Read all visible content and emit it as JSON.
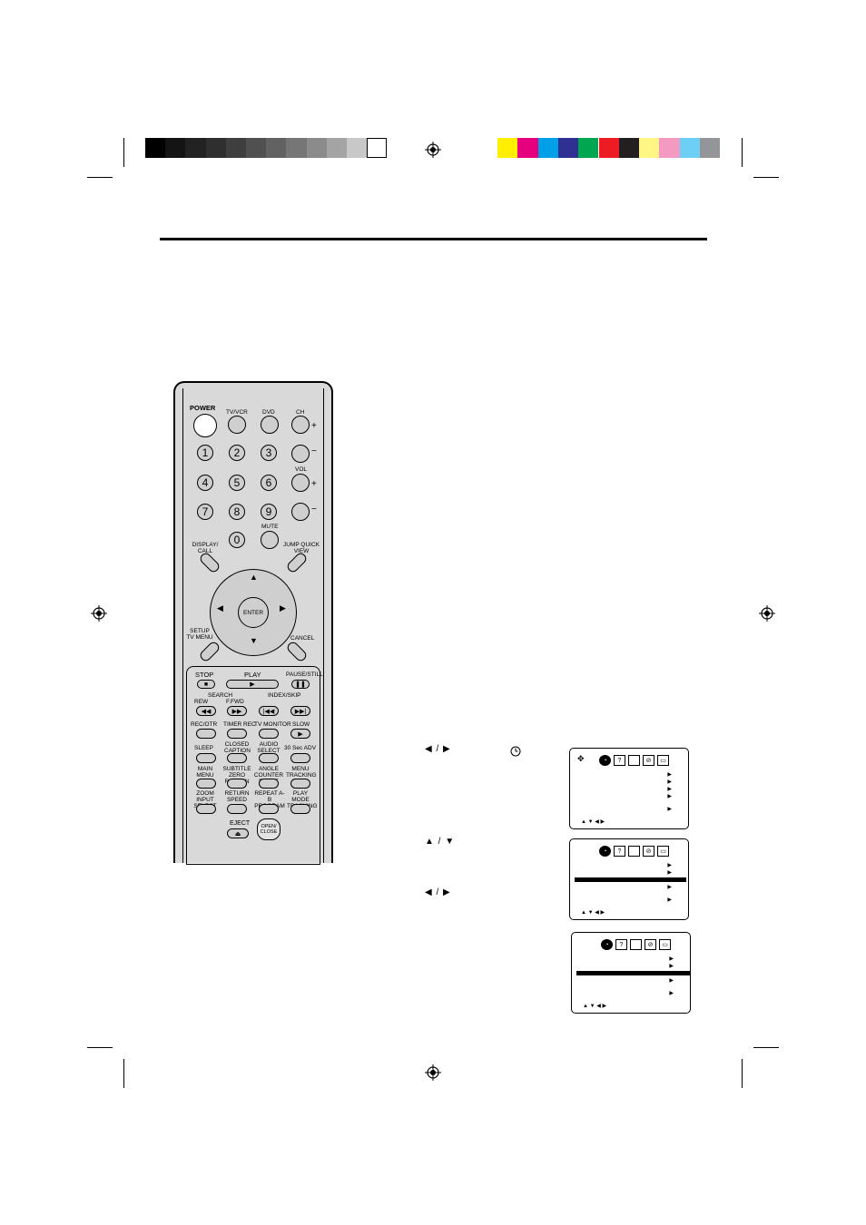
{
  "print_marks": {
    "gray_swatches": [
      "#000000",
      "#141414",
      "#222222",
      "#2f2f2f",
      "#3f3f3f",
      "#505050",
      "#626262",
      "#767676",
      "#8b8b8b",
      "#a4a4a4",
      "#c8c8c8",
      "#ffffff"
    ],
    "color_swatches": [
      "#ffee00",
      "#e6007e",
      "#00a0e9",
      "#2e3192",
      "#00a650",
      "#ed1c24",
      "#231f20",
      "#fff685",
      "#f49ac1",
      "#6dcff6",
      "#939598"
    ]
  },
  "remote": {
    "power": "POWER",
    "tv_vcr": "TV/VCR",
    "dvd": "DVD",
    "ch": "CH",
    "vol": "VOL",
    "digits": [
      "1",
      "2",
      "3",
      "4",
      "5",
      "6",
      "7",
      "8",
      "9",
      "0"
    ],
    "mute": "MUTE",
    "display_call": "DISPLAY/ CALL",
    "jump_quick_view": "JUMP QUICK VIEW",
    "enter": "ENTER",
    "setup_tv_menu": "SETUP TV MENU",
    "cancel": "CANCEL",
    "stop": "STOP",
    "play": "PLAY",
    "pause_still": "PAUSE/STILL",
    "search": "SEARCH",
    "rew": "REW",
    "f_fwd": "F.FWD",
    "index_skip": "INDEX/SKIP",
    "rec_otr": "REC/OTR",
    "timer_rec": "TIMER REC",
    "tv_monitor": "TV MONITOR",
    "slow": "SLOW",
    "sleep": "SLEEP",
    "closed_caption": "CLOSED CAPTION",
    "audio_select": "AUDIO SELECT",
    "sec_adv": "30 Sec ADV",
    "main_menu_atr": "MAIN MENU ATR",
    "subtitle": "SUBTITLE ZERO RETURN",
    "angle": "ANGLE COUNTER RESET",
    "menu_tracking": "MENU TRACKING",
    "zoom": "ZOOM INPUT SELECT",
    "return_speed": "RETURN SPEED",
    "repeat_ab": "REPEAT A-B PROGRAM",
    "play_mode": "PLAY MODE TRACKING",
    "eject": "EJECT",
    "open_close": "OPEN/ CLOSE"
  },
  "steps": [
    {
      "arrows": "◀ / ▶",
      "icon": "clock-icon"
    },
    {
      "arrows": "▲ / ▼"
    },
    {
      "arrows": "◀ / ▶"
    }
  ],
  "osd": {
    "nav_hint": "▲ ▼ ◀ ▶",
    "tabs": [
      "clock-icon",
      "question-icon",
      "screen-icon",
      "cross-icon",
      "tape-icon"
    ]
  }
}
